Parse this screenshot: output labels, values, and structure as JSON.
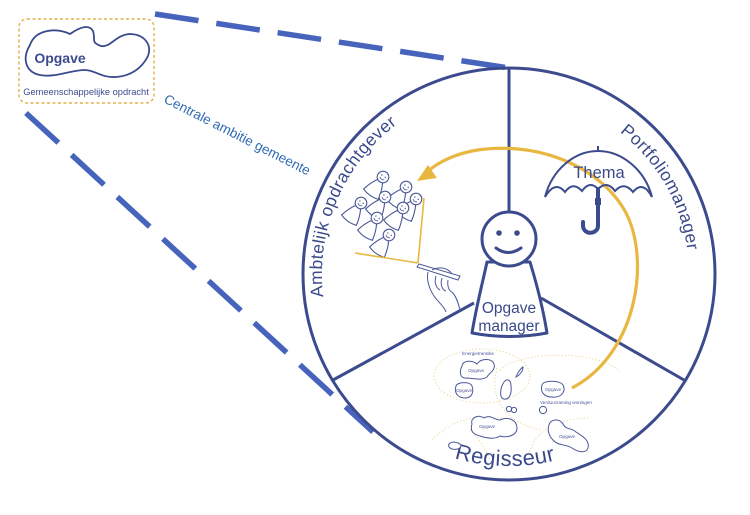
{
  "colors": {
    "navy": "#3c4b8e",
    "dashed_connector": "#4764bd",
    "yellow_accent": "#e8b73f",
    "label_blue": "#2f6ab2",
    "opgave_box_border": "#e3b04c"
  },
  "opgave_box": {
    "title": "Opgave",
    "subtitle": "Gemeenschappelijke opdracht"
  },
  "connector_label": "Centrale ambitie gemeente",
  "wheel": {
    "segments": [
      {
        "label": "Ambtelijk opdrachtgever",
        "icon": "group-of-people-icon"
      },
      {
        "label": "Portfoliomanager",
        "icon": "umbrella-icon"
      },
      {
        "label": "Regisseur",
        "icon": "map-icon"
      }
    ],
    "center": {
      "label_line1": "Opgave",
      "label_line2": "manager",
      "icon": "pawn-figure-icon"
    },
    "umbrella_label": "Thema"
  },
  "map": {
    "region_labels": [
      "Energietransitie",
      "Verduurzaming woningen"
    ],
    "blob_labels": [
      "Opgave",
      "Opgave",
      "Opgave",
      "Opgave",
      "Opgave"
    ]
  }
}
